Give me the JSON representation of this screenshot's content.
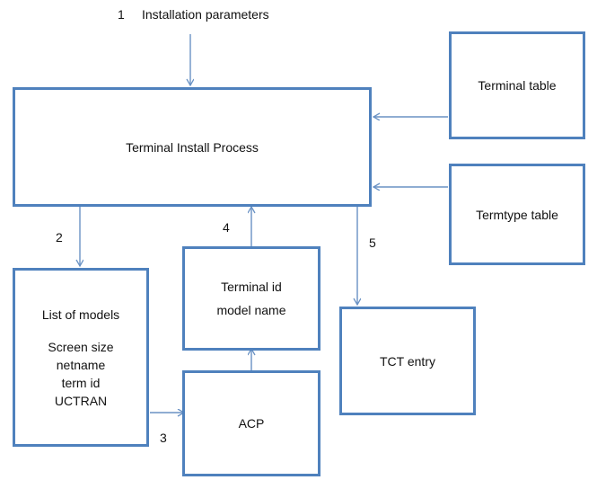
{
  "diagram": {
    "title_text": "Installation parameters",
    "accent_color": "#4f81bd",
    "text_color": "#111111",
    "background": "#ffffff",
    "nodes": [
      {
        "id": "terminal-install-process",
        "lines": [
          "Terminal Install Process"
        ]
      },
      {
        "id": "terminal-table",
        "lines": [
          "Terminal table"
        ]
      },
      {
        "id": "termtype-table",
        "lines": [
          "Termtype table"
        ]
      },
      {
        "id": "list-of-models",
        "lines": [
          "List of models",
          "",
          "Screen size",
          "netname",
          "term id",
          "UCTRAN"
        ]
      },
      {
        "id": "terminal-id-model-name",
        "lines": [
          "Terminal id",
          "model name"
        ]
      },
      {
        "id": "acp",
        "lines": [
          "ACP"
        ]
      },
      {
        "id": "tct-entry",
        "lines": [
          "TCT entry"
        ]
      }
    ],
    "node_labels": {
      "terminal_install_process": "Terminal Install Process",
      "terminal_table": "Terminal table",
      "termtype_table": "Termtype table",
      "list_of_models_l1": "List of models",
      "list_of_models_l2": "Screen size",
      "list_of_models_l3": "netname",
      "list_of_models_l4": "term id",
      "list_of_models_l5": "UCTRAN",
      "terminal_id_l1": "Terminal id",
      "terminal_id_l2": "model name",
      "acp": "ACP",
      "tct_entry": "TCT entry"
    },
    "edge_labels": {
      "one": "1",
      "two": "2",
      "three": "3",
      "four": "4",
      "five": "5"
    },
    "edges": [
      {
        "id": "install-params-to-process",
        "label": "1",
        "from": "Installation parameters",
        "to": "Terminal Install Process",
        "direction": "down"
      },
      {
        "id": "terminal-table-to-process",
        "label": "",
        "from": "Terminal table",
        "to": "Terminal Install Process",
        "direction": "left"
      },
      {
        "id": "termtype-table-to-process",
        "label": "",
        "from": "Termtype table",
        "to": "Terminal Install Process",
        "direction": "left"
      },
      {
        "id": "process-to-list-of-models",
        "label": "2",
        "from": "Terminal Install Process",
        "to": "List of models",
        "direction": "down"
      },
      {
        "id": "list-of-models-to-acp",
        "label": "3",
        "from": "List of models",
        "to": "ACP",
        "direction": "right"
      },
      {
        "id": "acp-to-terminal-id",
        "label": "",
        "from": "ACP",
        "to": "Terminal id model name",
        "direction": "up"
      },
      {
        "id": "terminal-id-to-process",
        "label": "4",
        "from": "Terminal id model name",
        "to": "Terminal Install Process",
        "direction": "up"
      },
      {
        "id": "process-to-tct-entry",
        "label": "5",
        "from": "Terminal Install Process",
        "to": "TCT entry",
        "direction": "down"
      }
    ]
  }
}
